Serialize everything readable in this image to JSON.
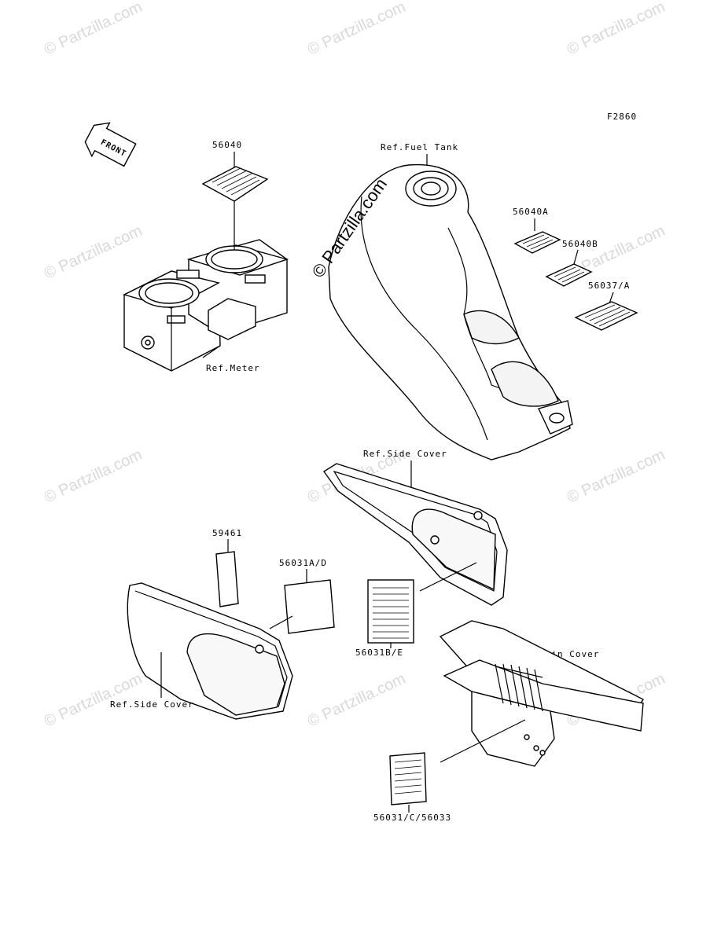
{
  "diagram_code": "F2860",
  "front_label": "FRONT",
  "labels": {
    "p56040": "56040",
    "ref_fuel_tank": "Ref.Fuel Tank",
    "p56040A": "56040A",
    "p56040B": "56040B",
    "p56037A": "56037/A",
    "ref_meter": "Ref.Meter",
    "ref_side_cover_right": "Ref.Side Cover",
    "p59461": "59461",
    "p56031AD": "56031A/D",
    "p56031BE": "56031B/E",
    "ref_chain_cover": "Ref.Chain Cover",
    "ref_side_cover_left": "Ref.Side Cover",
    "p56031C56033": "56031/C/56033"
  },
  "watermark": "© Partzilla.com",
  "center_watermark": "© Partzilla.com"
}
